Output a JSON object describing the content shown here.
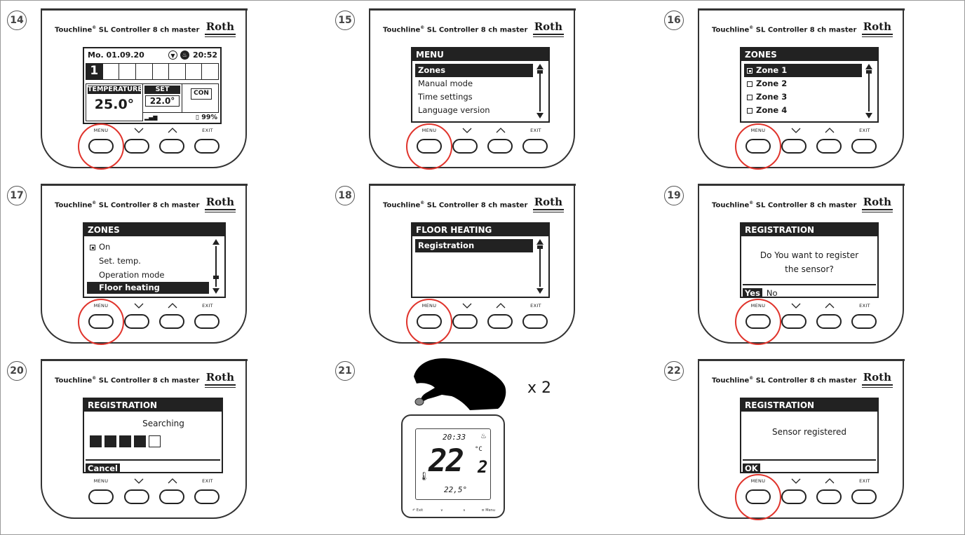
{
  "device": {
    "title": "Touchline",
    "title_reg": "®",
    "title_rest": " SL Controller 8 ch master",
    "logo": "Roth"
  },
  "buttons": {
    "menu": "MENU",
    "exit": "EXIT"
  },
  "accent_color": "#e0342c",
  "steps": {
    "s14": {
      "num": "14",
      "date": "Mo. 01.09.20",
      "time": "20:52",
      "zones": [
        "1",
        "",
        "",
        "",
        "",
        "",
        "",
        ""
      ],
      "temp_label": "TEMPERATURE",
      "temp_value": "25.0°",
      "set_label": "SET",
      "set_value": "22.0°",
      "con": "CON",
      "battery": "99%"
    },
    "s15": {
      "num": "15",
      "header": "MENU",
      "items": [
        "Zones",
        "Manual mode",
        "Time settings",
        "Language version"
      ]
    },
    "s16": {
      "num": "16",
      "header": "ZONES",
      "items": [
        "Zone 1",
        "Zone 2",
        "Zone 3",
        "Zone 4"
      ]
    },
    "s17": {
      "num": "17",
      "header": "ZONES",
      "items": [
        "On",
        "Set. temp.",
        "Operation mode",
        "Floor heating"
      ]
    },
    "s18": {
      "num": "18",
      "header": "FLOOR HEATING",
      "items": [
        "Registration"
      ]
    },
    "s19": {
      "num": "19",
      "header": "REGISTRATION",
      "line1": "Do You want to register",
      "line2": "the sensor?",
      "yes": "Yes",
      "no": "No"
    },
    "s20": {
      "num": "20",
      "header": "REGISTRATION",
      "line1": "Searching",
      "progress": 0.8,
      "cancel": "Cancel"
    },
    "s21": {
      "num": "21",
      "repeat": "x 2",
      "time": "20:33",
      "temp_big": "22",
      "temp_dec": "2",
      "unit": "°C",
      "set": "22,5°",
      "f1": "Exit",
      "f3": "Menu"
    },
    "s22": {
      "num": "22",
      "header": "REGISTRATION",
      "line1": "Sensor registered",
      "ok": "OK"
    }
  }
}
